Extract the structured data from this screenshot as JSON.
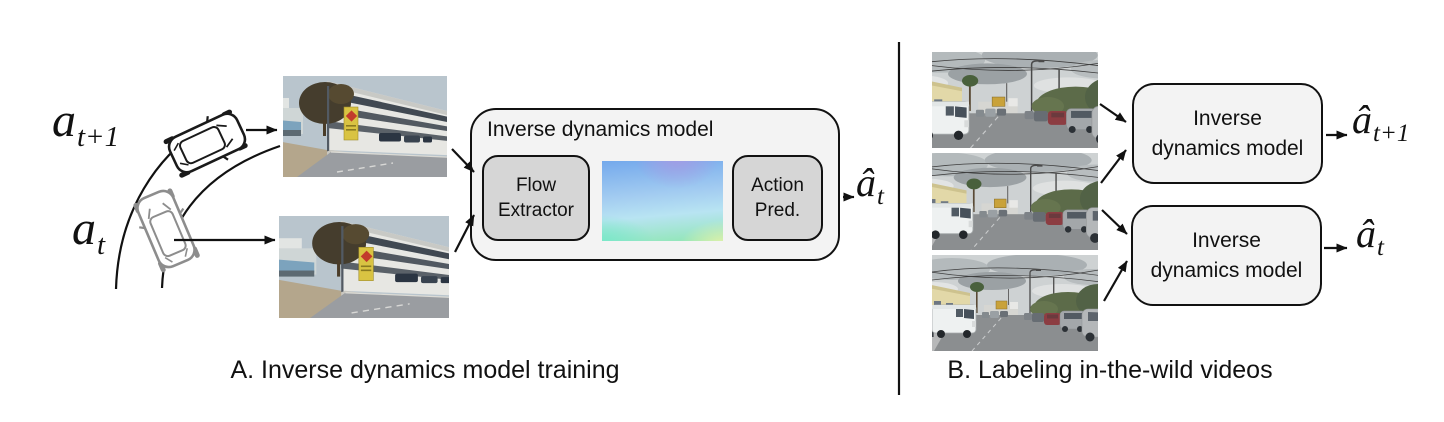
{
  "panel_a": {
    "caption": "A. Inverse dynamics model training",
    "action_t_plus_1": {
      "base": "a",
      "sub": "t+1"
    },
    "action_t": {
      "base": "a",
      "sub": "t"
    },
    "model_box": {
      "title": "Inverse dynamics model",
      "flow_extractor_line1": "Flow",
      "flow_extractor_line2": "Extractor",
      "action_pred_line1": "Action",
      "action_pred_line2": "Pred."
    },
    "output": {
      "base": "â",
      "sub": "t"
    }
  },
  "panel_b": {
    "caption": "B. Labeling in-the-wild videos",
    "box_top": {
      "line1": "Inverse",
      "line2": "dynamics model"
    },
    "box_bottom": {
      "line1": "Inverse",
      "line2": "dynamics model"
    },
    "output_top": {
      "base": "â",
      "sub": "t+1"
    },
    "output_bottom": {
      "base": "â",
      "sub": "t"
    }
  },
  "icons": {
    "car_sketch_top": "top-view car line drawing at pose t+1",
    "car_sketch_bottom": "top-view car line drawing at pose t",
    "road_curve": "curved two-line road sketch"
  },
  "images": {
    "frame_t_plus_1": "dashcam street frame t+1",
    "frame_t": "dashcam street frame t",
    "optical_flow": "optical flow field visualization",
    "wild_frame_1": "in-the-wild driving frame (latest)",
    "wild_frame_2": "in-the-wild driving frame (middle)",
    "wild_frame_3": "in-the-wild driving frame (earliest)"
  },
  "colors": {
    "background": "#ffffff",
    "stroke": "#111111",
    "outer_box_fill": "#f3f3f3",
    "inner_box_fill": "#d6d6d6",
    "flow": {
      "blue_top": "#74a9ec",
      "blue_mid": "#a3ccf1",
      "cyan": "#b8e4f2",
      "green": "#8fe6b4",
      "teal": "#76e8c9",
      "purple": "#a79ae3",
      "yellow": "#f0f3a8"
    }
  }
}
